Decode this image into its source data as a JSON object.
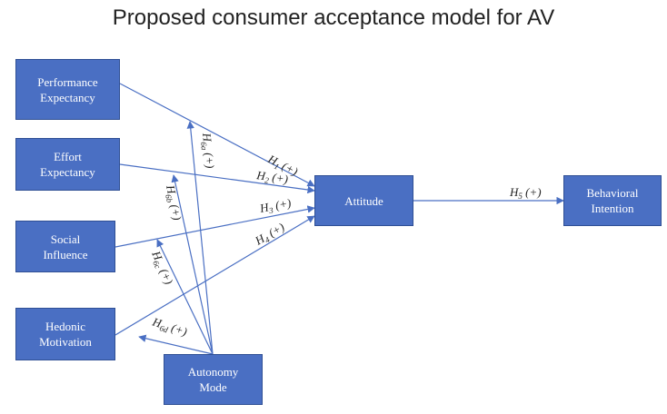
{
  "title": "Proposed consumer acceptance model for AV",
  "nodes": {
    "performance": "Performance\nExpectancy",
    "effort": "Effort\nExpectancy",
    "social": "Social\nInfluence",
    "hedonic": "Hedonic\nMotivation",
    "autonomy": "Autonomy\nMode",
    "attitude": "Attitude",
    "behavioral": "Behavioral\nIntention"
  },
  "hypotheses": {
    "h1": "H1 (+)",
    "h2": "H2 (+)",
    "h3": "H3 (+)",
    "h4": "H4 (+)",
    "h5": "H5 (+)",
    "h6a": "H6a (+)",
    "h6b": "H6b (+)",
    "h6c": "H6c (+)",
    "h6d": "H6d (+)"
  },
  "colors": {
    "box": "#4a6fc3",
    "arrow": "#4a6fc3"
  }
}
